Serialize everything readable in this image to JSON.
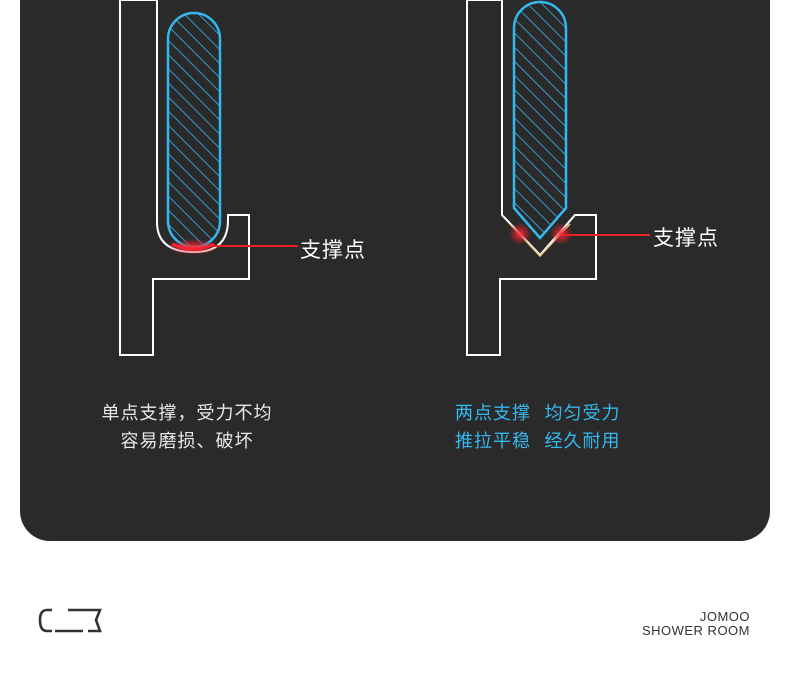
{
  "left_diagram": {
    "callout_label": "支撑点",
    "caption_line1": "单点支撑，受力不均",
    "caption_line2": "容易磨损、破坏"
  },
  "right_diagram": {
    "callout_label": "支撑点",
    "caption_line1": "两点支撑  均匀受力",
    "caption_line2": "推拉平稳  经久耐用"
  },
  "brand": {
    "line1": "JOMOO",
    "line2": "SHOWER ROOM"
  },
  "colors": {
    "panel": "#2a2a2b",
    "glass_outline": "#35b8ee",
    "support_point": "#e8202a",
    "track_outline": "#ffffff",
    "v_groove": "#e8c98a",
    "caption_right": "#35b8ee"
  }
}
